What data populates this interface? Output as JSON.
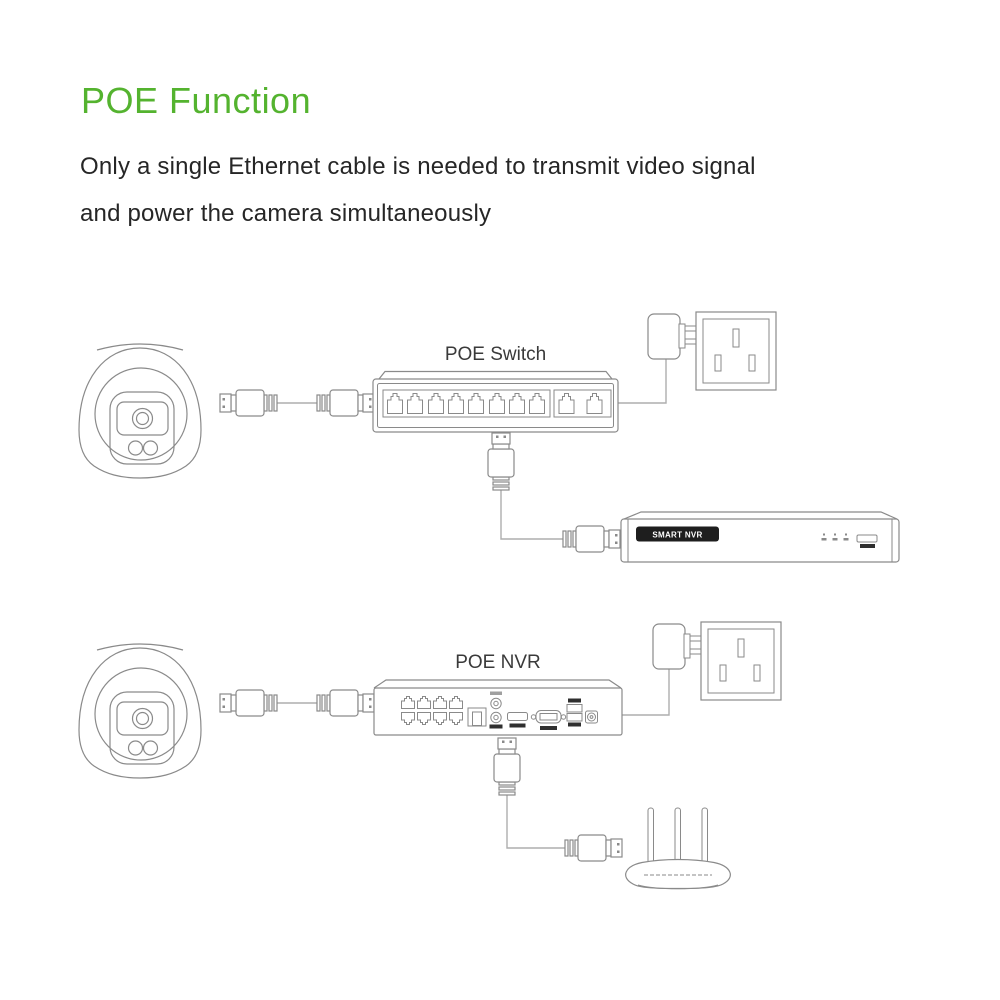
{
  "page": {
    "title": "POE Function",
    "subtitle_line1": "Only a single Ethernet cable is needed to transmit video signal",
    "subtitle_line2": "and power the camera simultaneously"
  },
  "colors": {
    "accent_green": "#54b32f",
    "body_text": "#262626",
    "device_line": "#8a8a8a",
    "cable_line": "#aeaeae",
    "badge_bg": "#1e1e1e"
  },
  "top_diagram": {
    "device_label": "POE Switch",
    "nvr_badge_label": "SMART NVR",
    "switch_poe_ports": 8,
    "switch_uplink_ports": 2,
    "components": [
      "dome-camera",
      "ethernet-cable",
      "poe-switch",
      "power-adapter",
      "wall-outlet",
      "smart-nvr"
    ]
  },
  "bottom_diagram": {
    "device_label": "POE NVR",
    "nvr_poe_ports": 8,
    "components": [
      "dome-camera",
      "ethernet-cable",
      "poe-nvr",
      "power-adapter",
      "wall-outlet",
      "wifi-router"
    ]
  }
}
